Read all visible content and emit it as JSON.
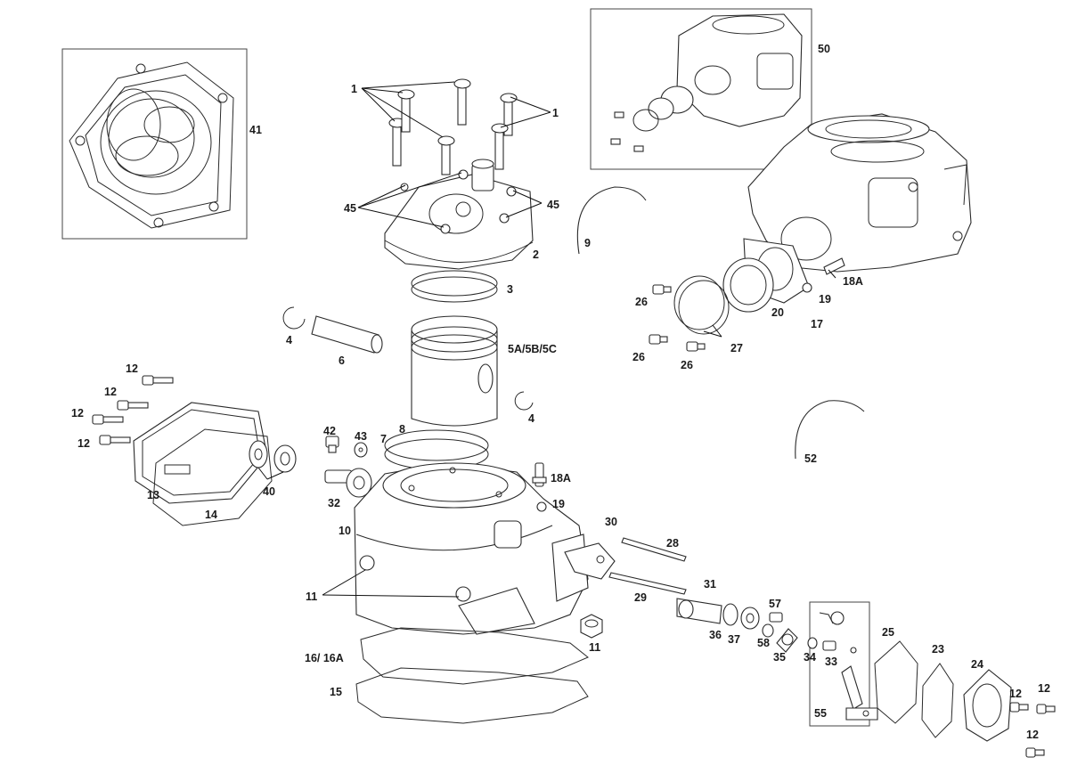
{
  "diagram": {
    "labels": {
      "l1a": "1",
      "l1b": "1",
      "l2": "2",
      "l3": "3",
      "l4a": "4",
      "l4b": "4",
      "l5": "5A/5B/5C",
      "l6": "6",
      "l7": "7",
      "l8": "8",
      "l9": "9",
      "l10": "10",
      "l11a": "11",
      "l11b": "11",
      "l12a": "12",
      "l12b": "12",
      "l12c": "12",
      "l12d": "12",
      "l12e": "12",
      "l12f": "12",
      "l12g": "12",
      "l13": "13",
      "l14": "14",
      "l15": "15",
      "l16": "16/ 16A",
      "l17": "17",
      "l18a": "18A",
      "l18b": "18A",
      "l19a": "19",
      "l19b": "19",
      "l20": "20",
      "l23": "23",
      "l24": "24",
      "l25": "25",
      "l26a": "26",
      "l26b": "26",
      "l26c": "26",
      "l27": "27",
      "l28": "28",
      "l29": "29",
      "l30": "30",
      "l31": "31",
      "l32": "32",
      "l33": "33",
      "l34": "34",
      "l35": "35",
      "l36": "36",
      "l37": "37",
      "l40": "40",
      "l41": "41",
      "l42": "42",
      "l43": "43",
      "l45a": "45",
      "l45b": "45",
      "l50": "50",
      "l52": "52",
      "l55": "55",
      "l57": "57",
      "l58": "58"
    }
  }
}
